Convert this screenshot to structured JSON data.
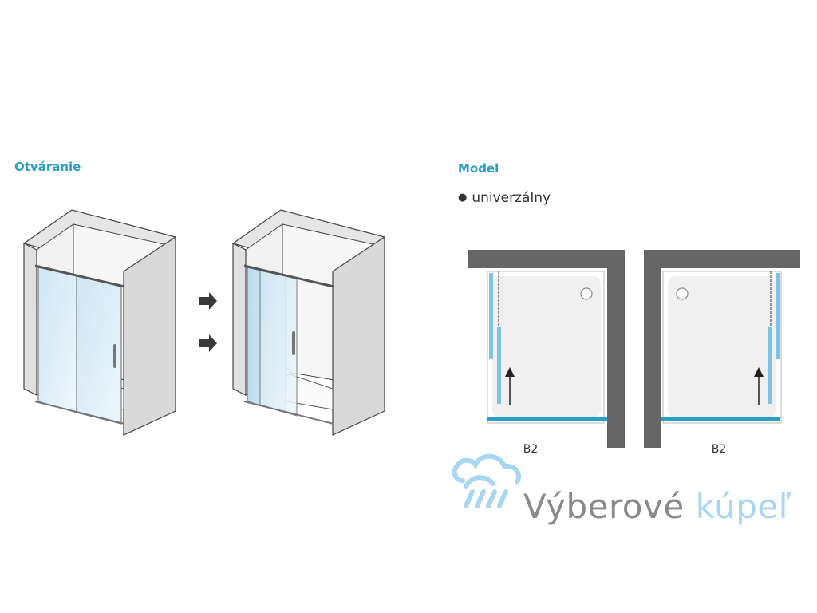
{
  "opening": {
    "title": "Otváranie"
  },
  "model": {
    "title": "Model",
    "bullet": "●",
    "value": "univerzálny"
  },
  "plans": [
    {
      "label": "B2"
    },
    {
      "label": "B2"
    }
  ],
  "watermark": {
    "brand_dark": "Výberové",
    "brand_light": "kúpeľ"
  },
  "colors": {
    "accent": "#2a9fc6",
    "glass": "#7fc3e4",
    "wall": "#666666",
    "logo_dark": "#8a8a8a",
    "logo_light": "#a9d6f1"
  }
}
